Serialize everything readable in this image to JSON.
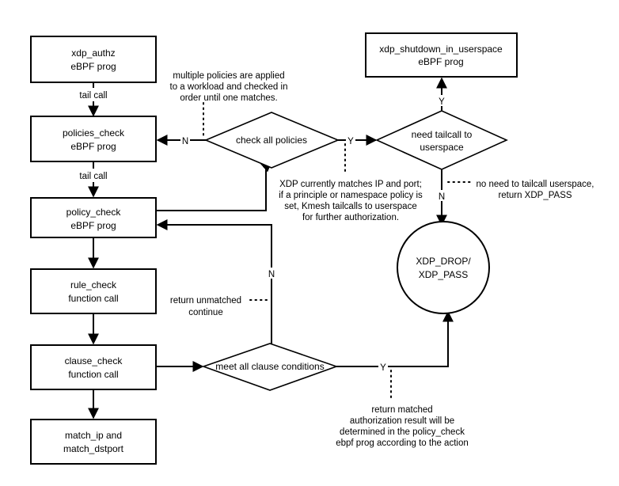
{
  "nodes": {
    "xdp_authz": {
      "line1": "xdp_authz",
      "line2": "eBPF prog"
    },
    "policies_check": {
      "line1": "policies_check",
      "line2": "eBPF prog"
    },
    "policy_check": {
      "line1": "policy_check",
      "line2": "eBPF prog"
    },
    "rule_check": {
      "line1": "rule_check",
      "line2": "function call"
    },
    "clause_check": {
      "line1": "clause_check",
      "line2": "function call"
    },
    "match_ip": {
      "line1": "match_ip and",
      "line2": "match_dstport"
    },
    "xdp_shutdown": {
      "line1": "xdp_shutdown_in_userspace",
      "line2": "eBPF prog"
    },
    "check_all_policies": {
      "label": "check all policies"
    },
    "need_tailcall": {
      "line1": "need tailcall to",
      "line2": "userspace"
    },
    "meet_all_clause": {
      "label": "meet all clause conditions"
    },
    "xdp_drop_pass": {
      "line1": "XDP_DROP/",
      "line2": "XDP_PASS"
    }
  },
  "edge_labels": {
    "tail_call_1": "tail call",
    "tail_call_2": "tail call",
    "n_check_to_policies": "N",
    "y_check_to_need": "Y",
    "y_need_to_shutdown": "Y",
    "n_need_to_drop": "N",
    "n_meet_to_policy": "N",
    "y_meet_to_drop": "Y"
  },
  "annotations": {
    "multiple_policies": [
      "multiple policies are applied",
      "to a workload and checked in",
      "order until one matches."
    ],
    "xdp_matches": [
      "XDP currently matches IP and port;",
      "if a principle or namespace policy is",
      "set, Kmesh tailcalls to userspace",
      "for further authorization."
    ],
    "no_need_tailcall": [
      "no need to tailcall userspace,",
      "return XDP_PASS"
    ],
    "return_unmatched": [
      "return unmatched",
      "continue"
    ],
    "return_matched": [
      "return matched",
      "authorization result will be",
      "determined in the policy_check",
      "ebpf prog according to the action"
    ]
  }
}
